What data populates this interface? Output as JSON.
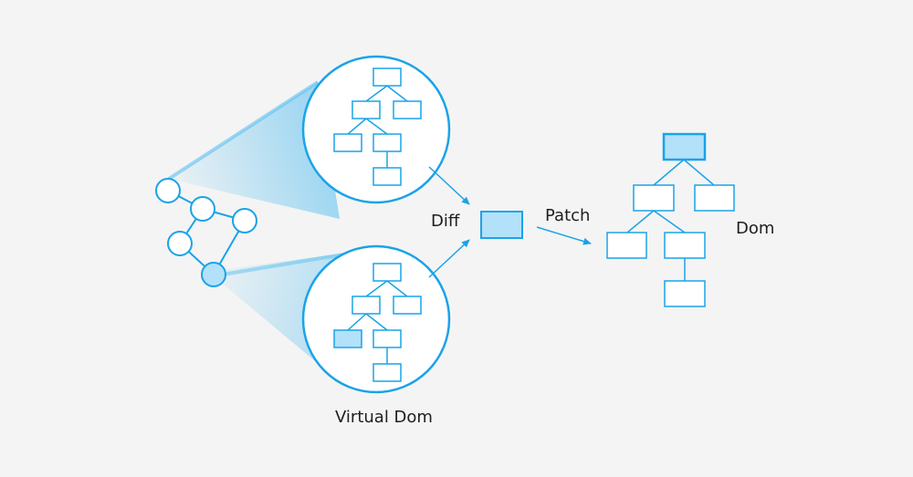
{
  "colors": {
    "stroke": "#1aa3e8",
    "fill_white": "#ffffff",
    "fill_highlight": "#b3e1fa",
    "cone": "#5cc0f0",
    "background": "#f4f4f4"
  },
  "labels": {
    "diff": "Diff",
    "patch": "Patch",
    "dom": "Dom",
    "virtual_dom": "Virtual Dom"
  }
}
